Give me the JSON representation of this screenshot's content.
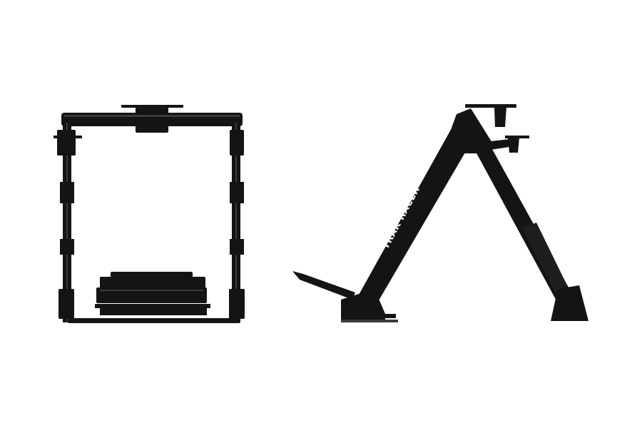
{
  "product": {
    "brand_logo_text": "TRAK RACER",
    "views": [
      "front-view",
      "side-view"
    ],
    "colors": {
      "frame": "#141414",
      "highlight": "#3a3a3a",
      "background": "#ffffff"
    }
  }
}
